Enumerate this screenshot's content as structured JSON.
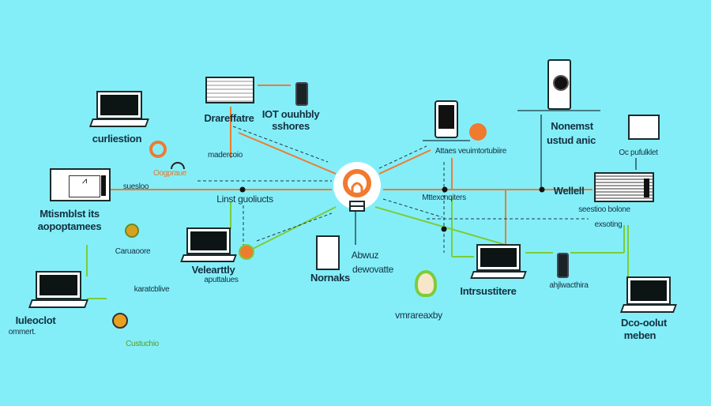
{
  "colors": {
    "background": "#84eef8",
    "orange": "#f07a30",
    "green": "#7ccc3a",
    "dark": "#123040"
  },
  "hub": {
    "icon": "lightbulb-icon"
  },
  "labels": {
    "curliestion": "curliestion",
    "drareffatre": "Drareffatre",
    "iot_1": "IOT ouuhbly",
    "iot_2": "sshores",
    "oogpraue": "Oogpraue",
    "madercoio": "madercoio",
    "suesloo": "suesloo",
    "linst": "Linst guoliucts",
    "mtismblst_1": "Mtismblst its",
    "mtismblst_2": "aopoptamees",
    "caruaoore": "Caruaoore",
    "velearttly_1": "Velearttly",
    "velearttly_2": "aputtalues",
    "abwuz": "Abwuz",
    "dewovatte": "dewovatte",
    "nornaks": "Nornaks",
    "karatcblive": "karatcblive",
    "iuleoclot": "Iuleoclot",
    "ommert": "ommert.",
    "custuchio": "Custuchio",
    "vmrareaxby": "vmrareaxby",
    "intrsustitere": "Intrsustitere",
    "ahjlwacthira": "ahjlwacthira",
    "dco_1": "Dco-oolut",
    "dco_2": "meben",
    "attaes": "Attaes veuimtortubiire",
    "mttex": "Mttexcnqiters",
    "wellell": "Wellell",
    "nonemst_1": "Nonemst",
    "nonemst_2": "ustud anic",
    "oc": "Oc pufulklet",
    "seestioo": "seestioo bolone",
    "exsoting": "exsoting"
  }
}
